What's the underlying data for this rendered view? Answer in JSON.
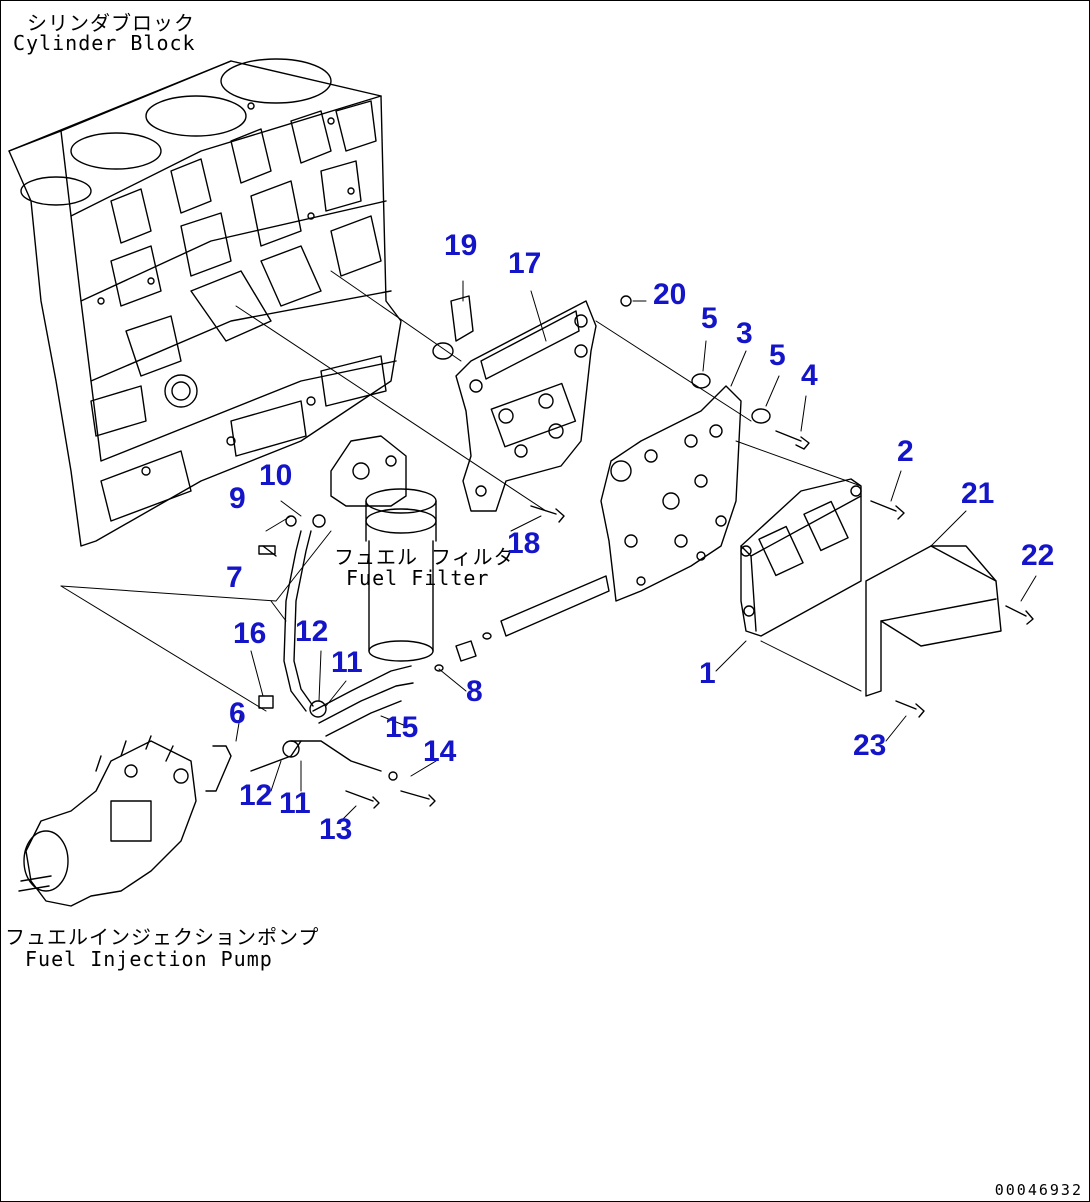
{
  "labels": {
    "cylinder_block": {
      "jp": "シリンダブロック",
      "en": "Cylinder Block"
    },
    "fuel_filter": {
      "jp": "フュエル フィルタ",
      "en": "Fuel Filter"
    },
    "fuel_injection_pump": {
      "jp": "フュエルインジェクションポンプ",
      "en": "Fuel Injection Pump"
    }
  },
  "callouts": {
    "c1": "1",
    "c2": "2",
    "c3": "3",
    "c4": "4",
    "c5a": "5",
    "c5b": "5",
    "c6": "6",
    "c7": "7",
    "c8": "8",
    "c9": "9",
    "c10": "10",
    "c11a": "11",
    "c11b": "11",
    "c12a": "12",
    "c12b": "12",
    "c13": "13",
    "c14": "14",
    "c15": "15",
    "c16": "16",
    "c17": "17",
    "c18": "18",
    "c19": "19",
    "c20": "20",
    "c21": "21",
    "c22": "22",
    "c23": "23"
  },
  "doc_id": "00046932",
  "colors": {
    "callout": "#1414c8",
    "line": "#000000"
  }
}
